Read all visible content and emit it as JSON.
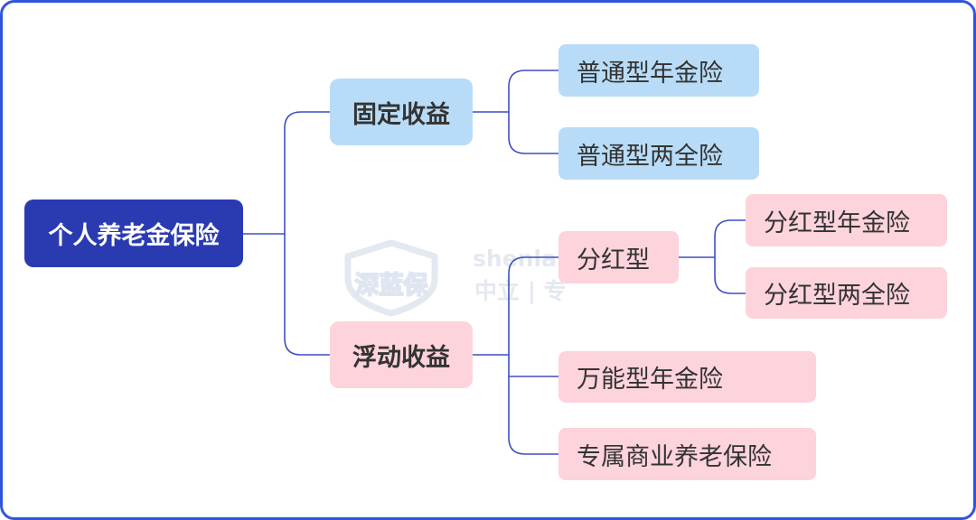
{
  "tree": {
    "root": {
      "label": "个人养老金保险"
    },
    "fixed": {
      "label": "固定收益",
      "children": [
        "普通型年金险",
        "普通型两全险"
      ]
    },
    "floating": {
      "label": "浮动收益",
      "dividend": {
        "label": "分红型",
        "children": [
          "分红型年金险",
          "分红型两全险"
        ]
      },
      "children": [
        "万能型年金险",
        "专属商业养老保险"
      ]
    }
  },
  "watermark": {
    "logo_text": "深蓝保",
    "brand": "shenlan",
    "tagline": "中立 | 专"
  },
  "colors": {
    "frame_border": "#2f55de",
    "root_fill": "#2a3bb2",
    "fixed_fill": "#b8dcf7",
    "floating_fill": "#fdd3dc",
    "connector": "#3d4fc4",
    "text": "#333333",
    "watermark": "#e3e8f1"
  }
}
